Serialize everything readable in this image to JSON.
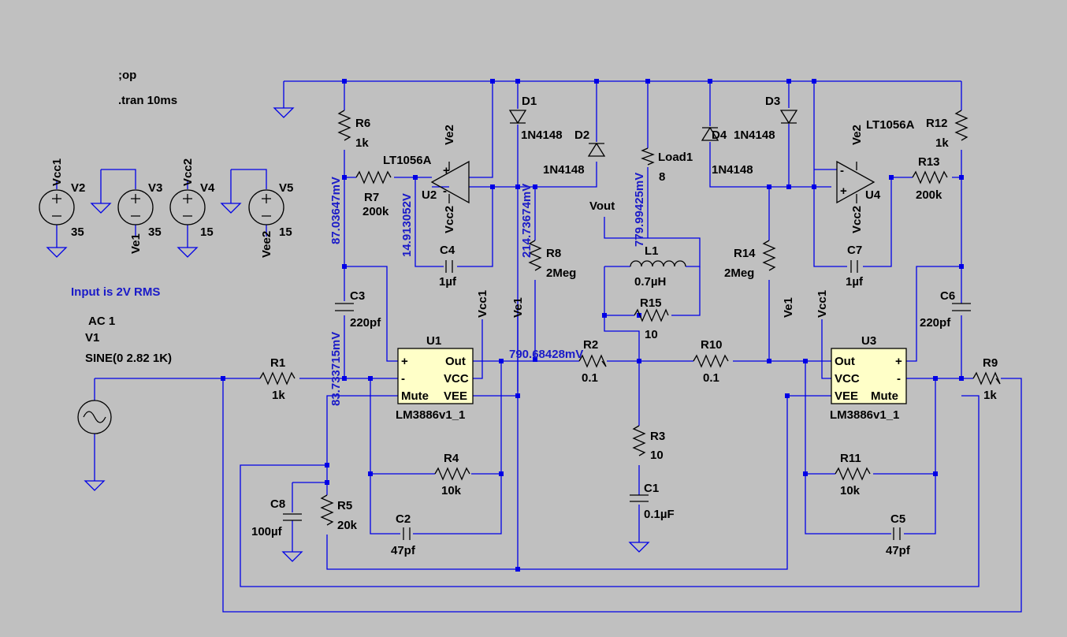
{
  "directives": {
    "op": ";op",
    "tran": ".tran 10ms"
  },
  "note": "Input is 2V RMS",
  "sources": [
    {
      "name": "V2",
      "net": "Vcc1",
      "value": "35"
    },
    {
      "name": "V3",
      "net": "Ve1",
      "value": "35"
    },
    {
      "name": "V4",
      "net": "Vcc2",
      "value": "15"
    },
    {
      "name": "V5",
      "net": "Vee2",
      "value": "15"
    }
  ],
  "v1": {
    "ac": "AC 1",
    "name": "V1",
    "sine": "SINE(0 2.82 1K)"
  },
  "res": {
    "R1": {
      "name": "R1",
      "value": "1k"
    },
    "R2": {
      "name": "R2",
      "value": "0.1"
    },
    "R3": {
      "name": "R3",
      "value": "10"
    },
    "R4": {
      "name": "R4",
      "value": "10k"
    },
    "R5": {
      "name": "R5",
      "value": "20k"
    },
    "R6": {
      "name": "R6",
      "value": "1k"
    },
    "R7": {
      "name": "R7",
      "value": "200k"
    },
    "R8": {
      "name": "R8",
      "value": "2Meg"
    },
    "R9": {
      "name": "R9",
      "value": "1k"
    },
    "R10": {
      "name": "R10",
      "value": "0.1"
    },
    "R11": {
      "name": "R11",
      "value": "10k"
    },
    "R12": {
      "name": "R12",
      "value": "1k"
    },
    "R13": {
      "name": "R13",
      "value": "200k"
    },
    "R14": {
      "name": "R14",
      "value": "2Meg"
    },
    "R15": {
      "name": "R15",
      "value": "10"
    },
    "Load1": {
      "name": "Load1",
      "value": "8"
    }
  },
  "caps": {
    "C1": {
      "name": "C1",
      "value": "0.1µF"
    },
    "C2": {
      "name": "C2",
      "value": "47pf"
    },
    "C3": {
      "name": "C3",
      "value": "220pf"
    },
    "C4": {
      "name": "C4",
      "value": "1µf"
    },
    "C5": {
      "name": "C5",
      "value": "47pf"
    },
    "C6": {
      "name": "C6",
      "value": "220pf"
    },
    "C7": {
      "name": "C7",
      "value": "1µf"
    },
    "C8": {
      "name": "C8",
      "value": "100µf"
    }
  },
  "inductor": {
    "name": "L1",
    "value": "0.7µH"
  },
  "diodes": {
    "D1": "D1",
    "D2": "D2",
    "D3": "D3",
    "D4": "D4",
    "part": "1N4148"
  },
  "opamps": {
    "part": "LT1056A",
    "U2": "U2",
    "U4": "U4",
    "vplus": "Ve2",
    "vminus": "Vcc2"
  },
  "amps": {
    "U1": {
      "name": "U1",
      "part": "LM3886v1_1",
      "pins": {
        "plus": "+",
        "minus": "-",
        "mute": "Mute",
        "out": "Out",
        "vcc": "VCC",
        "vee": "VEE"
      }
    },
    "U3": {
      "name": "U3",
      "part": "LM3886v1_1",
      "pins": {
        "plus": "+",
        "minus": "-",
        "mute": "Mute",
        "out": "Out",
        "vcc": "VCC",
        "vee": "VEE"
      }
    }
  },
  "nets": {
    "vcc1": "Vcc1",
    "ve1": "Ve1",
    "vout": "Vout"
  },
  "voltages": {
    "a": "87.03647mV",
    "b": "14.913052V",
    "c": "214.73674mV",
    "d": "779.99425mV",
    "e": "83.733715mV",
    "f": "790.68428mV"
  }
}
